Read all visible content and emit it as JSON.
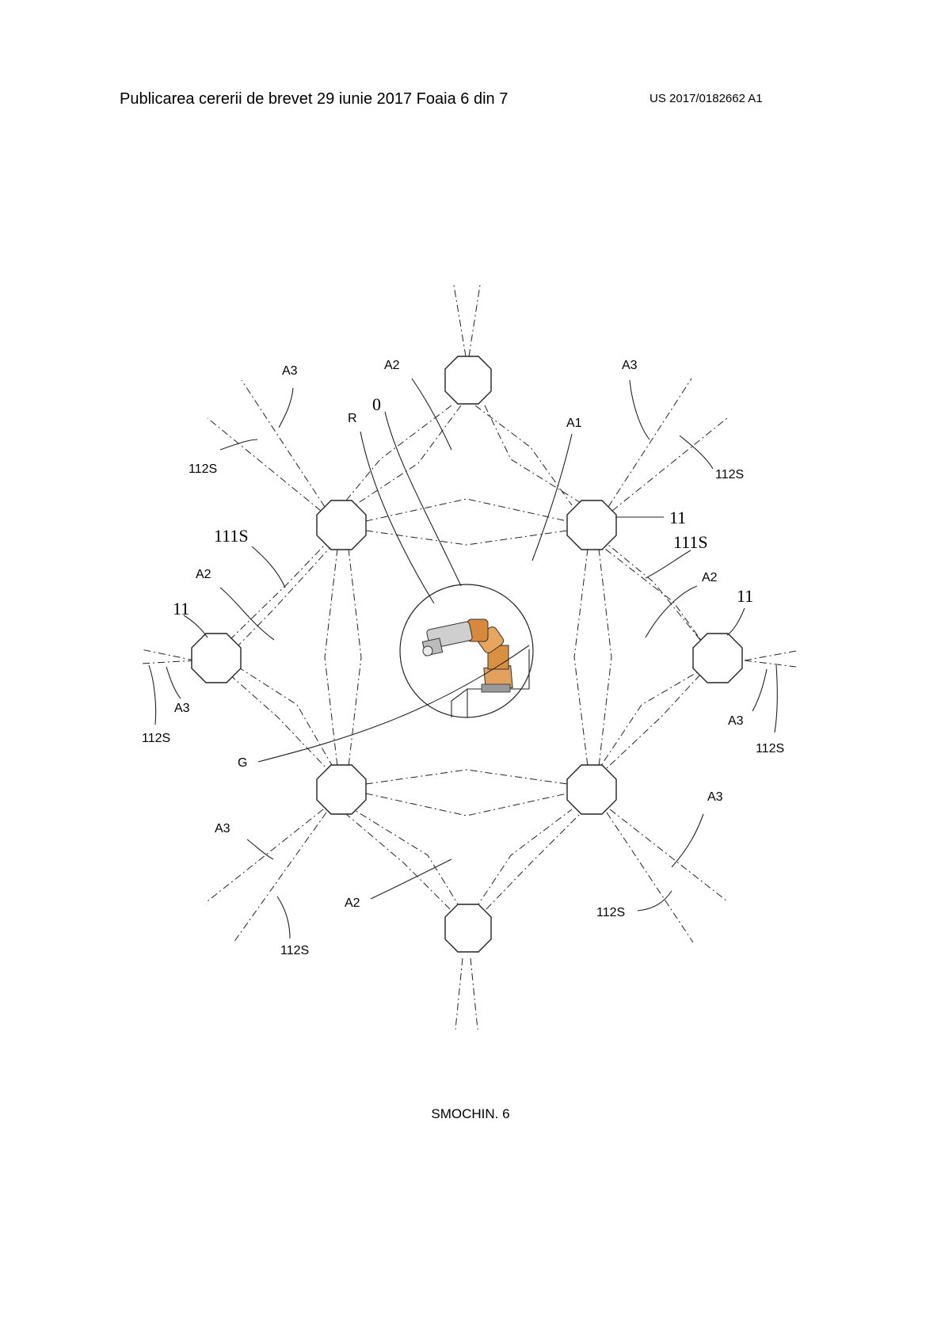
{
  "header": {
    "left": "Publicarea cererii de brevet 29 iunie 2017 Foaia 6 din 7",
    "right": "US 2017/0182662 A1"
  },
  "figure": {
    "caption": "SMOCHIN. 6",
    "labels": {
      "a3_tl": "A3",
      "a2_top": "A2",
      "a3_tr": "A3",
      "zero": "0",
      "r": "R",
      "a1": "A1",
      "s112_tl": "112S",
      "s112_tr": "112S",
      "s111_left": "111S",
      "s111_right": "111S",
      "n11_right_upper": "11",
      "a2_left": "A2",
      "a2_right": "A2",
      "n11_left": "11",
      "n11_right": "11",
      "a3_left": "A3",
      "s112_left": "112S",
      "a3_right": "A3",
      "s112_right": "112S",
      "g": "G",
      "a3_bl": "A3",
      "a3_br": "A3",
      "a2_bottom": "A2",
      "s112_br": "112S",
      "s112_bl": "112S"
    }
  }
}
